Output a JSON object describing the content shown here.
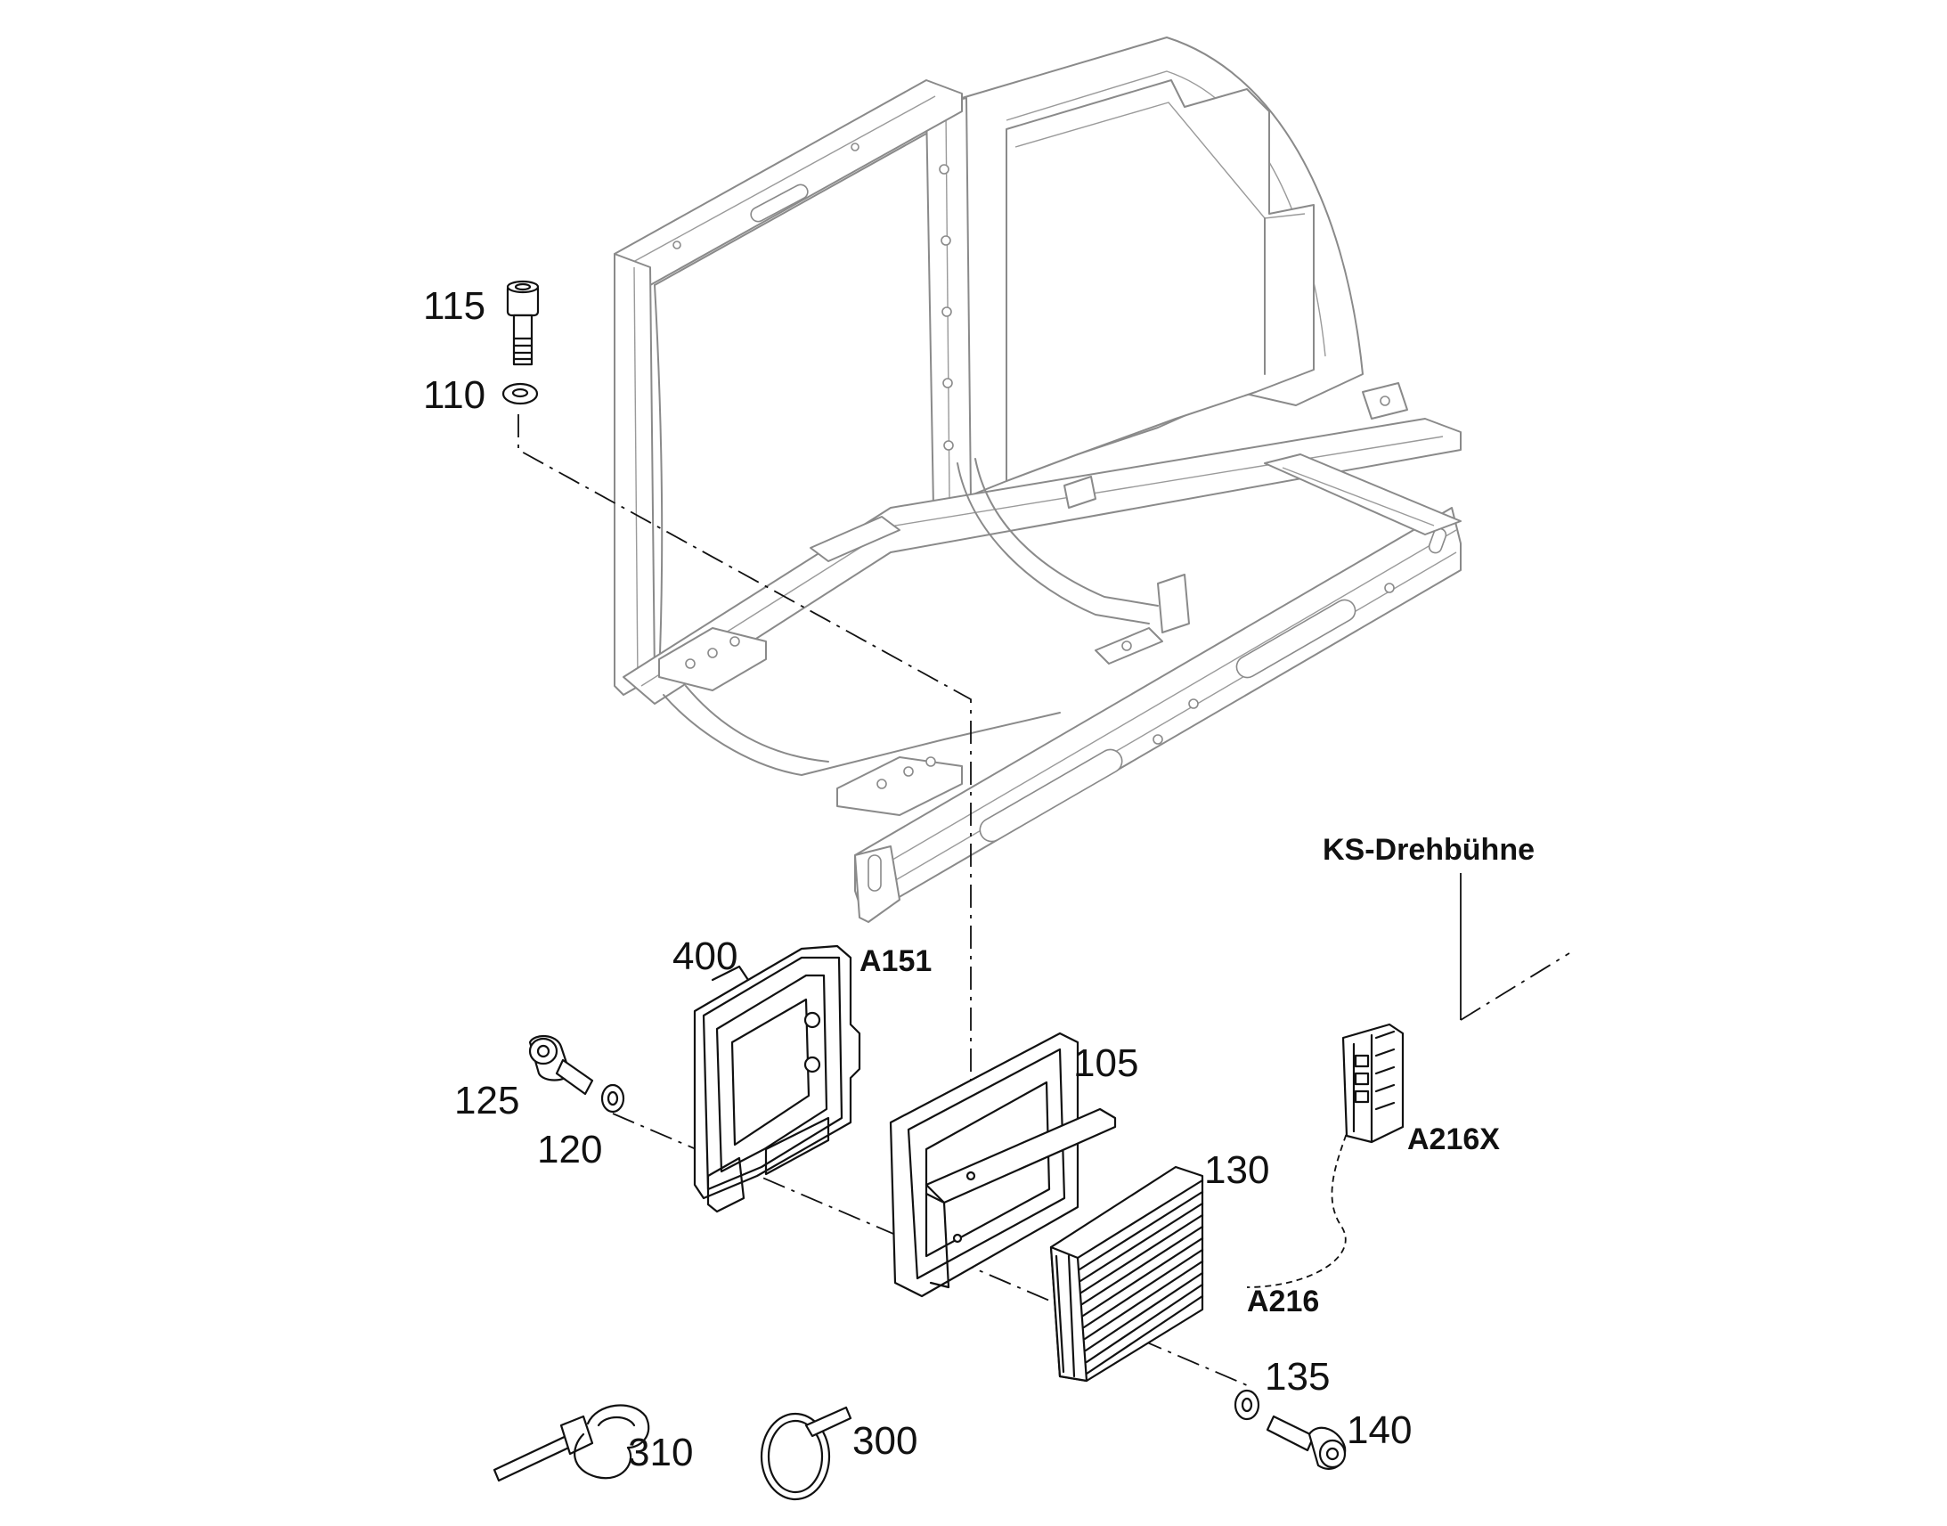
{
  "labels": {
    "screw_top": "115",
    "washer_top": "110",
    "controller": "400",
    "controller_ref": "A151",
    "screw_left": "125",
    "washer_left": "120",
    "bracket": "105",
    "heatsink_module": "130",
    "module_ref": "A216",
    "connector_ref": "A216X",
    "connector_caption": "KS-Drehbühne",
    "washer_right": "135",
    "screw_right": "140",
    "cable_tie_clip": "310",
    "cable_tie": "300"
  },
  "colors": {
    "part_stroke": "#111111",
    "frame_stroke": "#8a8a8a",
    "background": "#ffffff"
  }
}
